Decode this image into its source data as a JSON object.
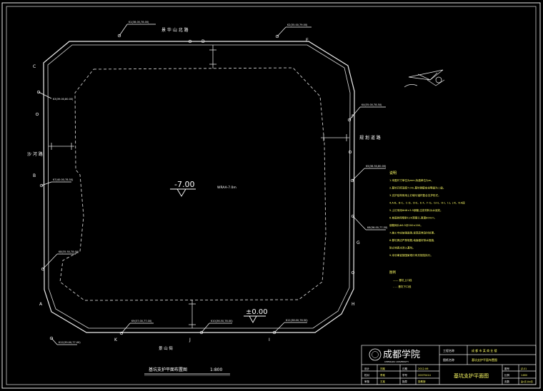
{
  "labels": {
    "road_top": "景 华 山 北 路",
    "road_bottom": "景 山 街",
    "road_left": "沙 河 路",
    "road_right": "规 划 道 路",
    "center_elev": "-7.00",
    "center_note": "WRAA-7.0m",
    "ground_elev": "±0.00",
    "plan_title": "基坑支护平面布置图",
    "plan_scale": "1:800"
  },
  "corners": {
    "A": "A",
    "B": "B",
    "C": "C",
    "D": "D",
    "E": "E",
    "F": "F",
    "G": "G",
    "H": "H",
    "I": "I",
    "J": "J",
    "K": "K"
  },
  "points": {
    "p1": "K1(38.00,78.00)",
    "p2": "K2(35.00,79.00)",
    "p3": "K3(39.00,80.00)",
    "p4": "K4(35.00,78.50)",
    "p5": "K5(38.50,80.00)",
    "p6": "K6(36.00,77.50)",
    "p7": "K7(40.00,78.50)",
    "p8": "K8(35.50,78.00)",
    "p9": "K9(37.00,77.00)",
    "p10": "K10(36.50,78.00)",
    "p11": "K11(38.00,76.50)",
    "p12": "K12(39.00,77.00)"
  },
  "notes": {
    "heading": "说明",
    "lines": [
      "1.本图尺寸单位为mm,标高单位为m。",
      "2.基坑开挖深度7.0m,基坑侧壁安全等级为二级。",
      "3.支护结构采用土钉墙与锚杆复合支护形式。",
      "4.A-B、B-C、C-D、D-E、E-F、F-G、G-H、H-I、I-J、J-K、K-A段",
      "5.土钉采用Φ48×3.5钢管,注浆材料为水泥浆。",
      "6.坡面挂网喷射C20混凝土,厚度80mm,",
      "  钢筋网片Φ6.5@200×200。",
      "7.施工中应加强监测,发现异常及时处理。",
      "8.基坑周边严禁堆载,地面做好排水措施,",
      "  防止地表水渗入基坑。",
      "9.未尽事宜按国家现行有关规范执行。"
    ],
    "legend_heading": "图例",
    "legend_lines": [
      "—— 基坑上口线",
      "- - - 基坑下口线"
    ]
  },
  "title_block": {
    "logo_text": "成都学院",
    "logo_sub": "CHENGDU UNIVERSITY",
    "row1_label": "工程名称",
    "row1_value": "成 都 市 某 商 业 楼",
    "row2_label": "图纸名称",
    "row2_value": "基坑支护平面布置图",
    "drawing_name": "基坑支护平面图",
    "cells": [
      "设计",
      "校对",
      "审核",
      "日期",
      "学号",
      "指导"
    ],
    "values": [
      "刘某",
      "李某",
      "王某",
      "2012.06",
      "20070414",
      "张教授"
    ],
    "side_labels": [
      "图号",
      "比例",
      "页数"
    ],
    "side_values": [
      "JZ-01",
      "1:800",
      "第1页 共6页"
    ]
  }
}
